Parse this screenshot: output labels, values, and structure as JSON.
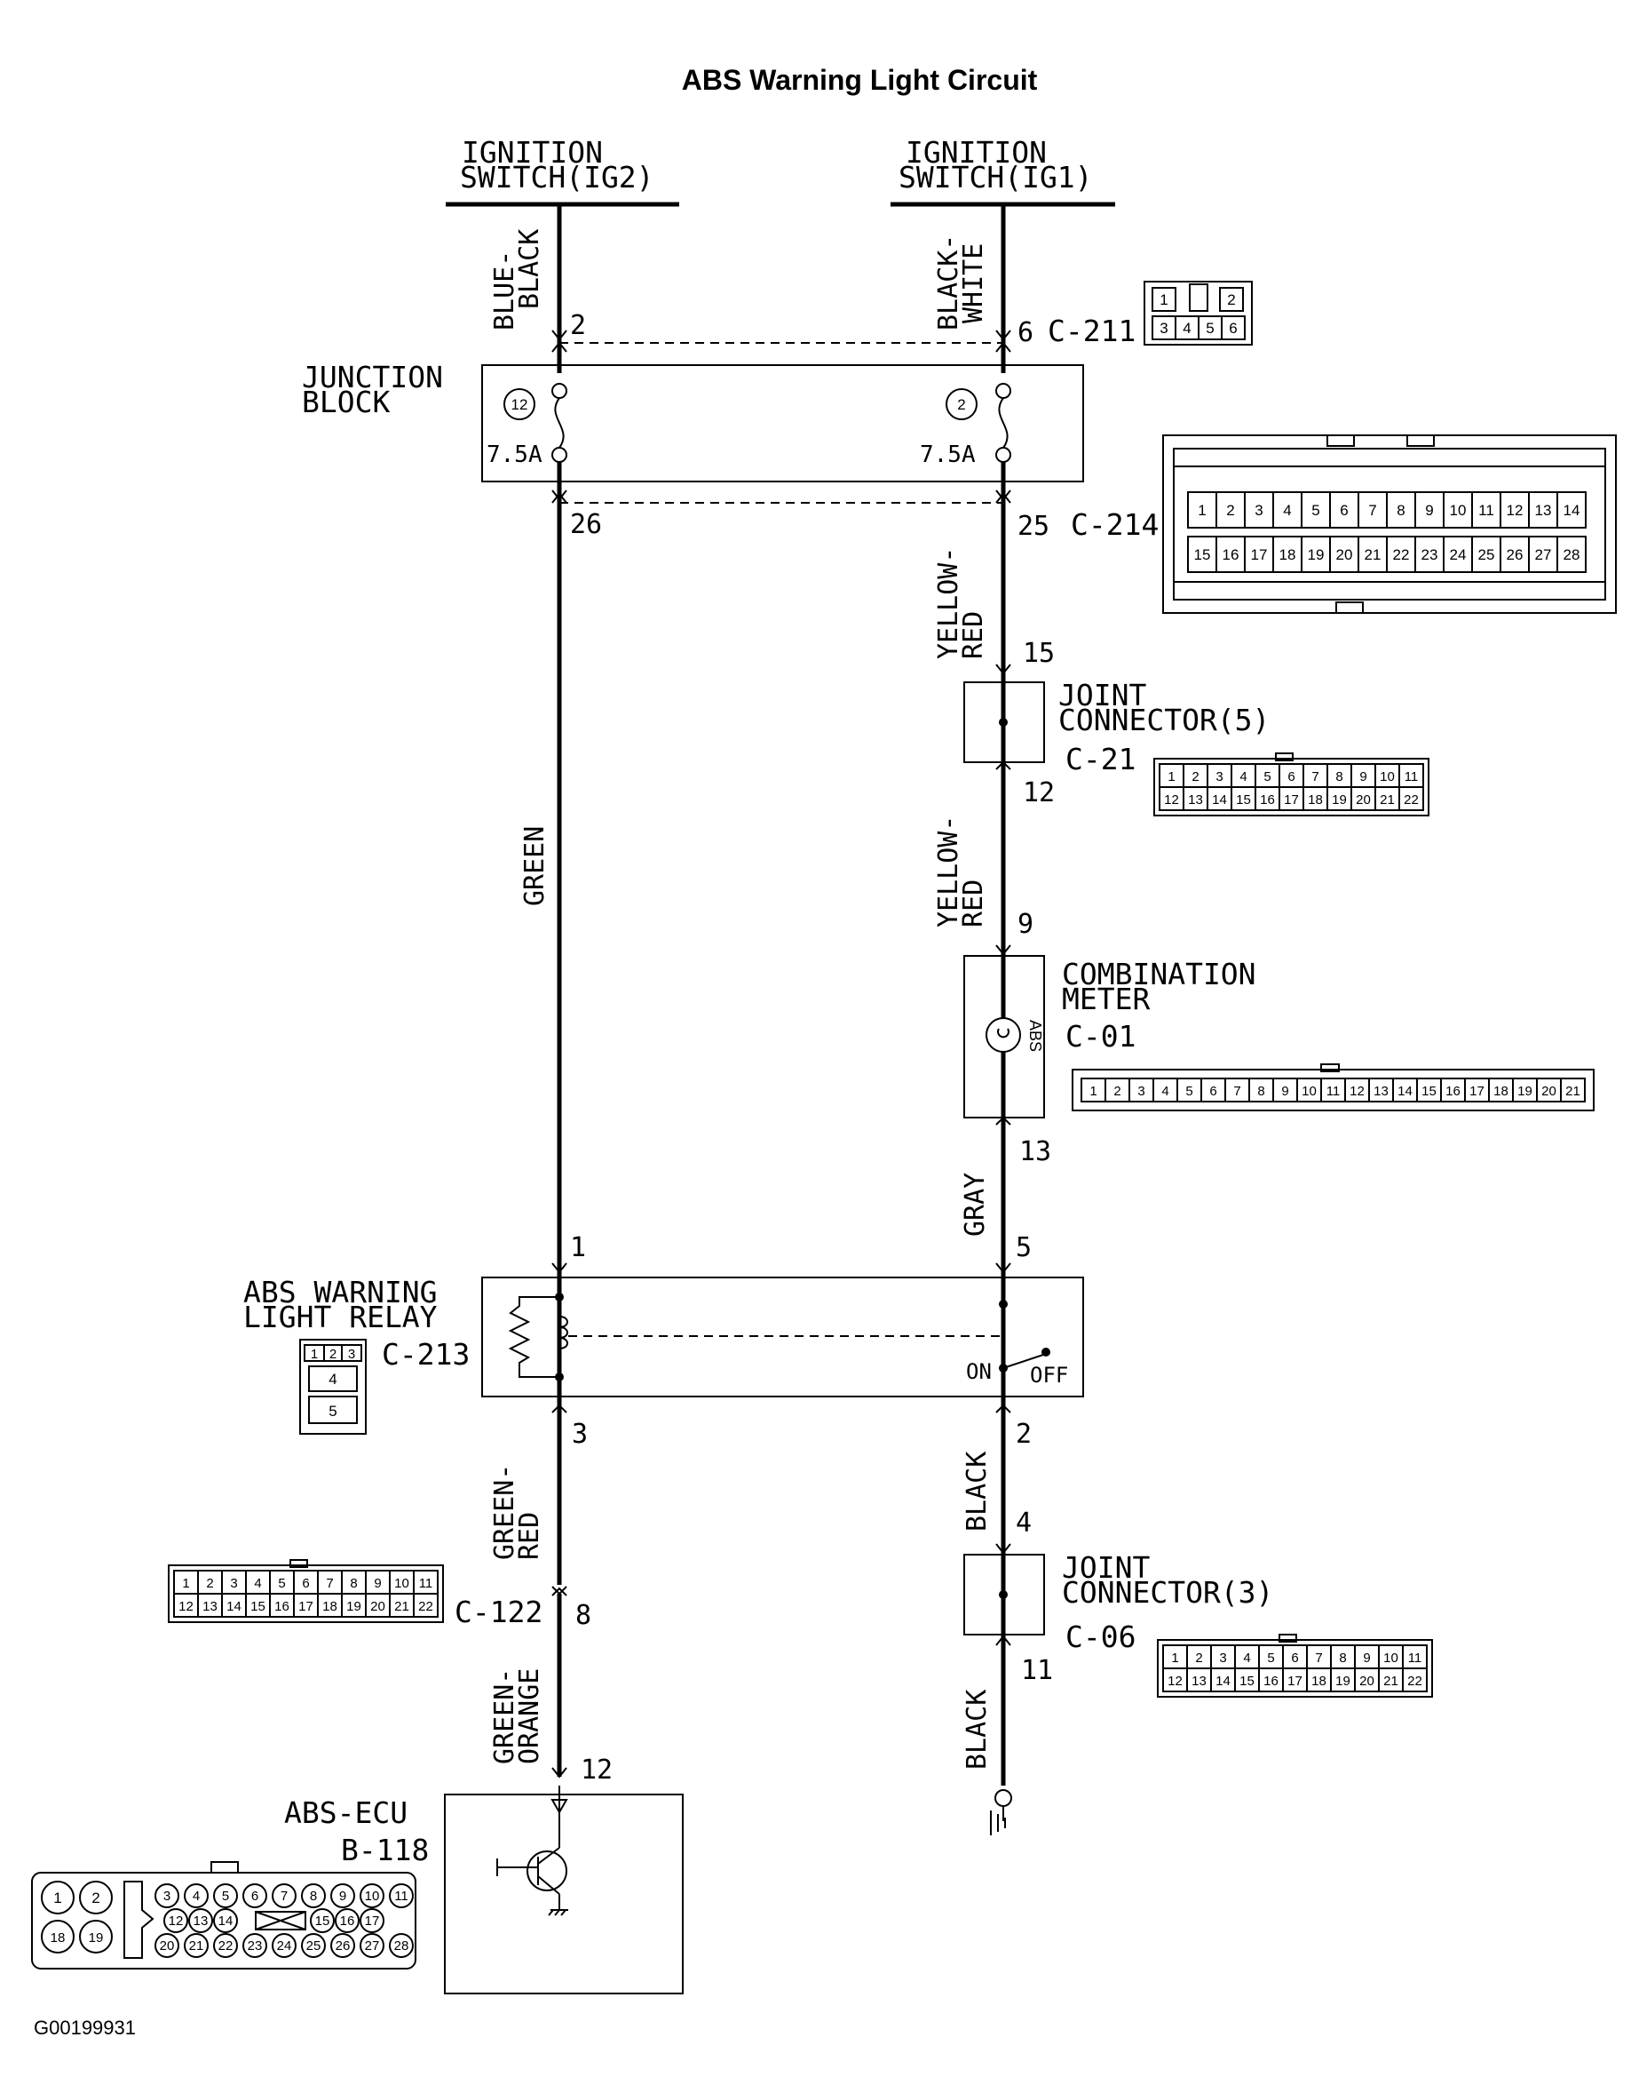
{
  "title": "ABS Warning Light Circuit",
  "figure_code": "G00199931",
  "power_sources": {
    "ig2": [
      "IGNITION",
      "SWITCH(IG2)"
    ],
    "ig1": [
      "IGNITION",
      "SWITCH(IG1)"
    ]
  },
  "wires": {
    "blue_black": [
      "BLUE-",
      "BLACK"
    ],
    "black_white": [
      "BLACK-",
      "WHITE"
    ],
    "green": "GREEN",
    "yellow_red_1": [
      "YELLOW-",
      "RED"
    ],
    "yellow_red_2": [
      "YELLOW-",
      "RED"
    ],
    "gray": "GRAY",
    "green_red": [
      "GREEN-",
      "RED"
    ],
    "green_orange": [
      "GREEN-",
      "ORANGE"
    ],
    "black_1": "BLACK",
    "black_2": "BLACK"
  },
  "junction_block": {
    "label": [
      "JUNCTION",
      "BLOCK"
    ],
    "fuse_left_no": "12",
    "fuse_right_no": "2",
    "fuse_left_rating": "7.5A",
    "fuse_right_rating": "7.5A"
  },
  "pins": {
    "p_2_top": "2",
    "p_6": "6",
    "p_26": "26",
    "p_25": "25",
    "p_15": "15",
    "p_12_jc5": "12",
    "p_9": "9",
    "p_13": "13",
    "p_1": "1",
    "p_5": "5",
    "p_3": "3",
    "p_2_relay": "2",
    "p_4": "4",
    "p_8": "8",
    "p_11": "11",
    "p_12_ecu": "12"
  },
  "connectors": {
    "c211": {
      "id": "C-211",
      "cavities": [
        "1",
        "2",
        "3",
        "4",
        "5",
        "6"
      ]
    },
    "c214": {
      "id": "C-214",
      "row1": [
        "1",
        "2",
        "3",
        "4",
        "5",
        "6",
        "7",
        "8",
        "9",
        "10",
        "11",
        "12",
        "13",
        "14"
      ],
      "row2": [
        "15",
        "16",
        "17",
        "18",
        "19",
        "20",
        "21",
        "22",
        "23",
        "24",
        "25",
        "26",
        "27",
        "28"
      ]
    },
    "c21": {
      "id": "C-21",
      "row1": [
        "1",
        "2",
        "3",
        "4",
        "5",
        "6",
        "7",
        "8",
        "9",
        "10",
        "11"
      ],
      "row2": [
        "12",
        "13",
        "14",
        "15",
        "16",
        "17",
        "18",
        "19",
        "20",
        "21",
        "22"
      ]
    },
    "c01": {
      "id": "C-01",
      "row1": [
        "1",
        "2",
        "3",
        "4",
        "5",
        "6",
        "7",
        "8",
        "9",
        "10",
        "11",
        "12",
        "13",
        "14",
        "15",
        "16",
        "17",
        "18",
        "19",
        "20",
        "21"
      ]
    },
    "c213": {
      "id": "C-213",
      "row1": [
        "1",
        "2",
        "3"
      ],
      "row2": [
        "4"
      ],
      "row3": [
        "5"
      ]
    },
    "c122": {
      "id": "C-122",
      "row1": [
        "1",
        "2",
        "3",
        "4",
        "5",
        "6",
        "7",
        "8",
        "9",
        "10",
        "11"
      ],
      "row2": [
        "12",
        "13",
        "14",
        "15",
        "16",
        "17",
        "18",
        "19",
        "20",
        "21",
        "22"
      ]
    },
    "c06": {
      "id": "C-06",
      "row1": [
        "1",
        "2",
        "3",
        "4",
        "5",
        "6",
        "7",
        "8",
        "9",
        "10",
        "11"
      ],
      "row2": [
        "12",
        "13",
        "14",
        "15",
        "16",
        "17",
        "18",
        "19",
        "20",
        "21",
        "22"
      ]
    },
    "b118": {
      "id": "B-118",
      "big_top": [
        "1",
        "2"
      ],
      "big_bottom": [
        "18",
        "19"
      ],
      "row1": [
        "3",
        "4",
        "5",
        "6",
        "7",
        "8",
        "9",
        "10",
        "11"
      ],
      "row2a": [
        "12",
        "13",
        "14"
      ],
      "row2b": [
        "15",
        "16",
        "17"
      ],
      "row3": [
        "20",
        "21",
        "22",
        "23",
        "24",
        "25",
        "26",
        "27",
        "28"
      ]
    }
  },
  "components": {
    "joint_connector_5": [
      "JOINT",
      "CONNECTOR(5)"
    ],
    "combination_meter": [
      "COMBINATION",
      "METER"
    ],
    "abs_lamp": "ABS",
    "relay": [
      "ABS WARNING",
      "LIGHT RELAY"
    ],
    "relay_on": "ON",
    "relay_off": "OFF",
    "joint_connector_3": [
      "JOINT",
      "CONNECTOR(3)"
    ],
    "ecu": "ABS-ECU"
  }
}
